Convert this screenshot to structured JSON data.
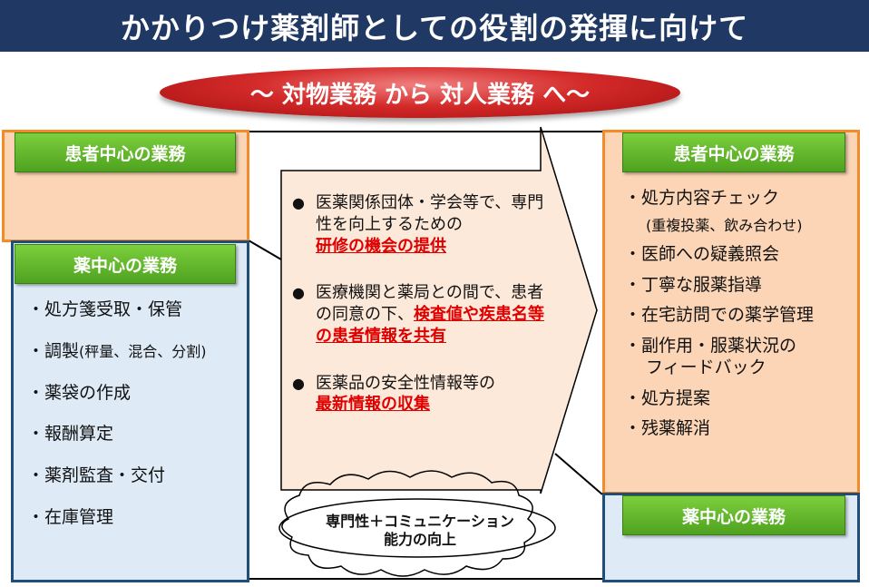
{
  "title": "かかりつけ薬剤師としての役割の発揮に向けて",
  "subtitle": "～ 対物業務 から 対人業務 へ～",
  "left": {
    "patient_label": "患者中心の業務",
    "drug_label": "薬中心の業務",
    "items": [
      {
        "main": "・処方箋受取・保管",
        "small": ""
      },
      {
        "main": "・調製",
        "small": "(秤量、混合、分割)"
      },
      {
        "main": "・薬袋の作成",
        "small": ""
      },
      {
        "main": "・報酬算定",
        "small": ""
      },
      {
        "main": "・薬剤監査・交付",
        "small": ""
      },
      {
        "main": "・在庫管理",
        "small": ""
      }
    ]
  },
  "center": {
    "bullet": "●",
    "items": [
      {
        "text": "医薬関係団体・学会等で、専門性を向上するための",
        "emph": "研修の機会の提供"
      },
      {
        "text": "医療機関と薬局との間で、患者の同意の下、",
        "emph": "検査値や疾患名等の患者情報を共有"
      },
      {
        "text": "医薬品の安全性情報等の",
        "emph": "最新情報の収集"
      }
    ],
    "cloud_line1": "専門性＋コミュニケーション",
    "cloud_line2": "能力の向上"
  },
  "right": {
    "patient_label": "患者中心の業務",
    "drug_label": "薬中心の業務",
    "items": [
      "・処方内容チェック",
      "(重複投薬、飲み合わせ)",
      "・医師への疑義照会",
      "・丁寧な服薬指導",
      "・在宅訪問での薬学管理",
      "・副作用・服薬状況の",
      "フィードバック",
      "・処方提案",
      "・残薬解消"
    ]
  },
  "colors": {
    "header_bg": "#1f3864",
    "accent_red": "#e00000",
    "label_green": "#5cb82a",
    "orange_border": "#f28c28",
    "blue_border": "#1f4e79"
  }
}
